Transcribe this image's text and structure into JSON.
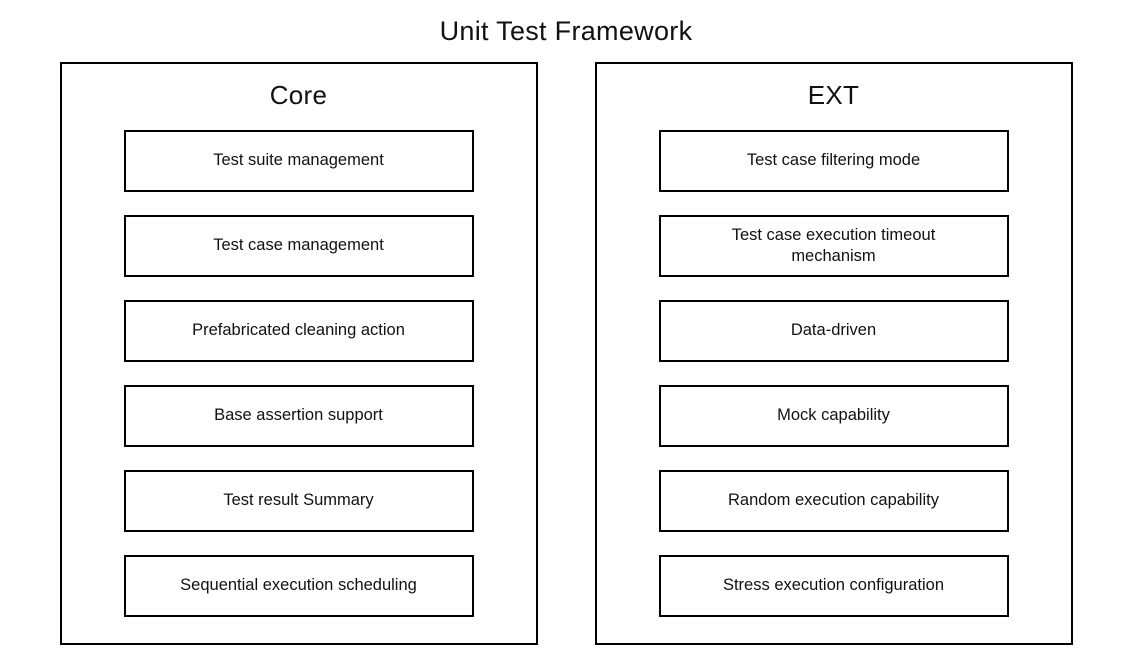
{
  "title": "Unit Test Framework",
  "colors": {
    "border": "#000000",
    "background": "#ffffff",
    "text": "#111111"
  },
  "columns": [
    {
      "header": "Core",
      "items": [
        "Test suite management",
        "Test case management",
        "Prefabricated cleaning action",
        "Base assertion support",
        "Test result Summary",
        "Sequential execution scheduling"
      ]
    },
    {
      "header": "EXT",
      "items": [
        "Test case filtering mode",
        "Test case execution timeout mechanism",
        "Data-driven",
        "Mock capability",
        "Random execution capability",
        "Stress execution configuration"
      ]
    }
  ]
}
